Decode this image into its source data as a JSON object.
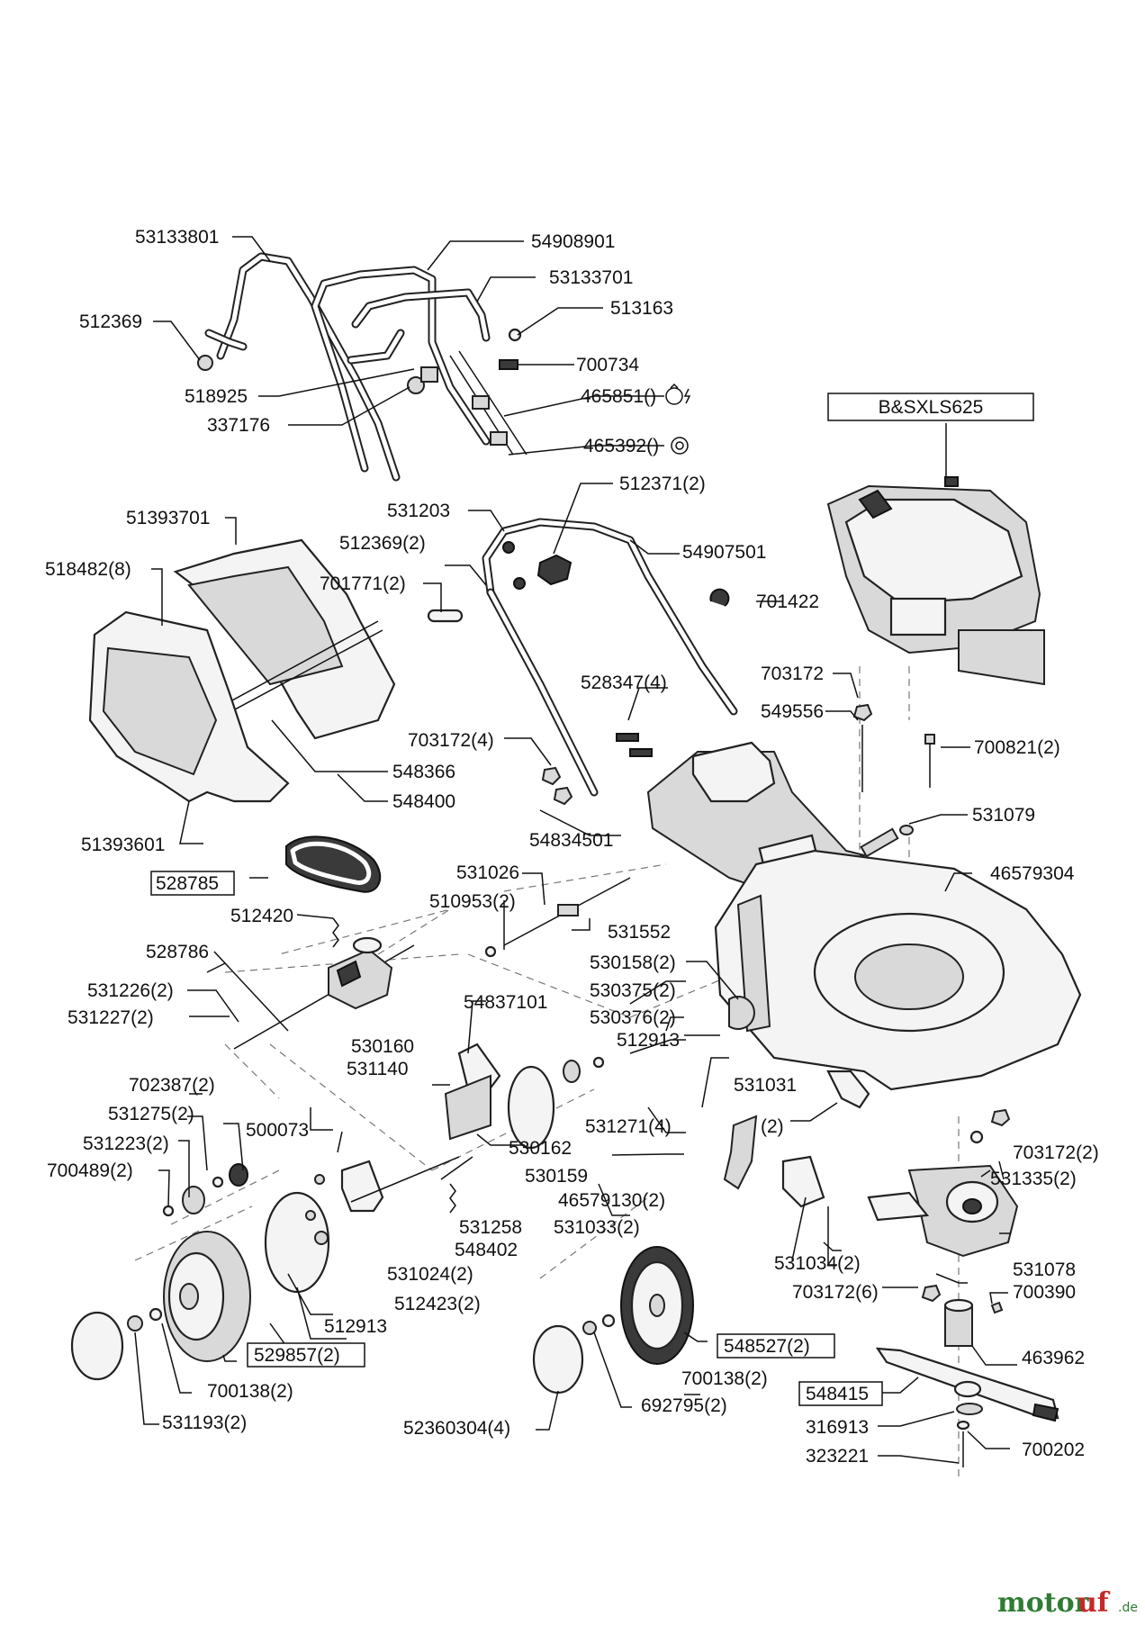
{
  "engine_label": "B&SXLS625",
  "callouts": {
    "c53133801": "53133801",
    "c54908901": "54908901",
    "c53133701": "53133701",
    "c512369": "512369",
    "c513163": "513163",
    "c700734": "700734",
    "c518925": "518925",
    "c465851": "465851()",
    "c337176": "337176",
    "c465392": "465392()",
    "c531203": "531203",
    "c512371_2": "512371(2)",
    "c51393701": "51393701",
    "c512369_2": "512369(2)",
    "c54907501": "54907501",
    "c518482_8": "518482(8)",
    "c701771_2": "701771(2)",
    "c701422": "701422",
    "c703172": "703172",
    "c528347_4": "528347(4)",
    "c549556": "549556",
    "c703172_4": "703172(4)",
    "c700821_2": "700821(2)",
    "c548366": "548366",
    "c548400": "548400",
    "c531079": "531079",
    "c51393601": "51393601",
    "c54834501": "54834501",
    "c531026": "531026",
    "c46579304": "46579304",
    "c528785": "528785",
    "c510953_2": "510953(2)",
    "c512420": "512420",
    "c531552": "531552",
    "c528786": "528786",
    "c530158_2": "530158(2)",
    "c531226_2": "531226(2)",
    "c530375_2": "530375(2)",
    "c54837101": "54837101",
    "c531227_2": "531227(2)",
    "c530376_2": "530376(2)",
    "c512913a": "512913",
    "c530160": "530160",
    "c531140": "531140",
    "c702387_2": "702387(2)",
    "c531031": "531031",
    "c531031_q": "(2)",
    "c531275_2": "531275(2)",
    "c531271_4": "531271(4)",
    "c500073": "500073",
    "c530162": "530162",
    "c703172_2": "703172(2)",
    "c531223_2": "531223(2)",
    "c530159": "530159",
    "c531335_2": "531335(2)",
    "c700489_2": "700489(2)",
    "c46579130_2": "46579130(2)",
    "c531258": "531258",
    "c531033_2": "531033(2)",
    "c548402": "548402",
    "c531078": "531078",
    "c531034_2": "531034(2)",
    "c531024_2": "531024(2)",
    "c703172_6": "703172(6)",
    "c700390": "700390",
    "c512423_2": "512423(2)",
    "c512913b": "512913",
    "c463962": "463962",
    "c529857_2": "529857(2)",
    "c548527_2": "548527(2)",
    "c548415": "548415",
    "c700138_2a": "700138(2)",
    "c700138_2b": "700138(2)",
    "c316913": "316913",
    "c692795_2": "692795(2)",
    "c700202": "700202",
    "c531193_2": "531193(2)",
    "c52360304_4": "52360304(4)",
    "c323221": "323221"
  },
  "watermark": {
    "part1": "motor",
    "part2": "uf",
    "suffix": ".de"
  },
  "colors": {
    "watermark_green": "#2e7d32",
    "watermark_red": "#c62828"
  }
}
